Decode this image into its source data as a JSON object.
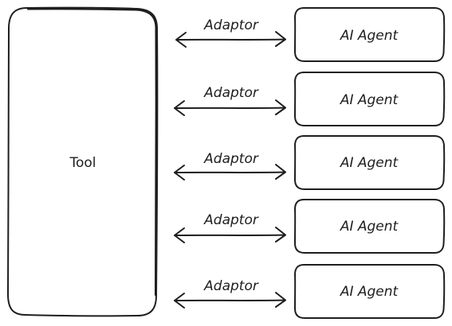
{
  "tool": {
    "label": "Tool"
  },
  "connections": [
    {
      "adaptor_label": "Adaptor",
      "agent_label": "AI Agent"
    },
    {
      "adaptor_label": "Adaptor",
      "agent_label": "AI Agent"
    },
    {
      "adaptor_label": "Adaptor",
      "agent_label": "AI Agent"
    },
    {
      "adaptor_label": "Adaptor",
      "agent_label": "AI Agent"
    },
    {
      "adaptor_label": "Adaptor",
      "agent_label": "AI Agent"
    }
  ],
  "colors": {
    "stroke": "#1e1e1e",
    "background": "#ffffff"
  }
}
